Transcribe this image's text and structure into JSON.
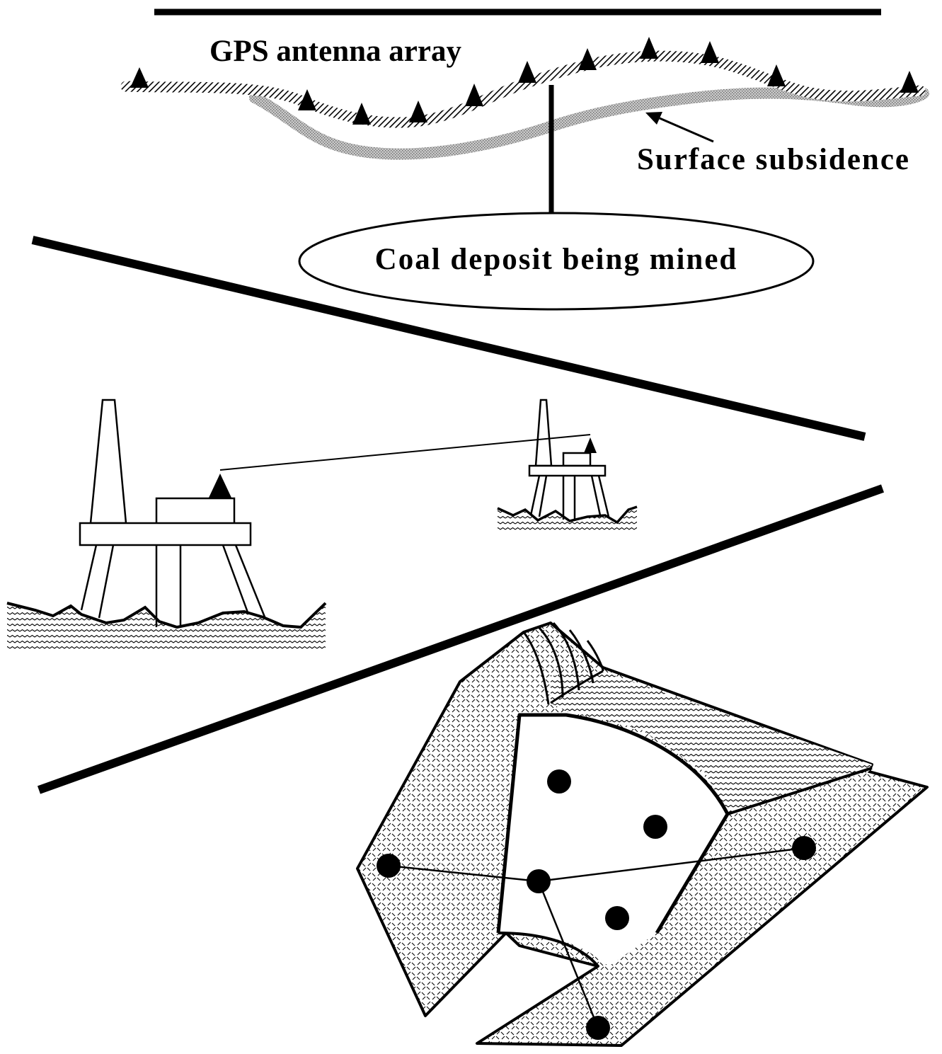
{
  "panels": {
    "subsidence": {
      "antenna_label": "GPS antenna array",
      "subsidence_label": "Surface subsidence",
      "deposit_label": "Coal deposit being mined"
    },
    "offshore": {
      "description_items": []
    },
    "volcano": {
      "description_items": []
    }
  },
  "colors": {
    "ink": "#000000",
    "paper": "#ffffff",
    "subsided_surface": "#9a9a9a"
  },
  "icons": {
    "antenna": "triangle-marker",
    "station": "filled-circle-marker"
  }
}
